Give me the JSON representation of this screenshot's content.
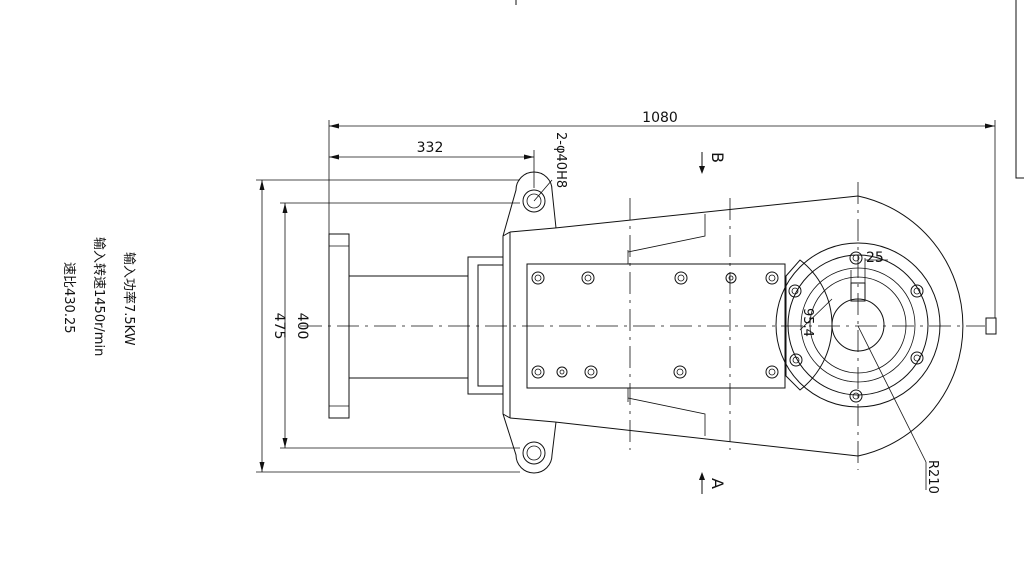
{
  "drawing": {
    "dimensions": {
      "overall_length": "1080",
      "flange_offset": "332",
      "hole_spec": "2-φ40H8",
      "outer_height": "475",
      "inner_height": "400",
      "keyway": "25",
      "bore": "95.4",
      "radius": "R210"
    },
    "section_marks": {
      "top": "B",
      "bottom": "A"
    },
    "specs": [
      "输入功率7.5KW",
      "输入转速1450r/min",
      "速比430.25"
    ]
  }
}
